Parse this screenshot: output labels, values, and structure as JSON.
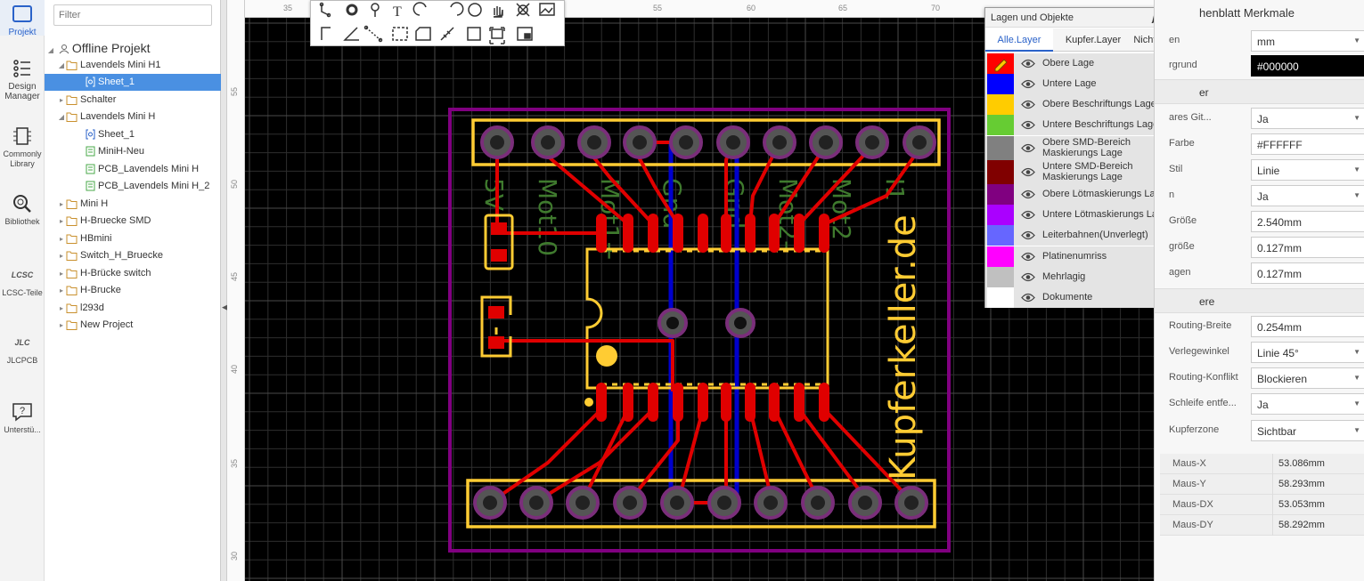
{
  "rail": {
    "projekt": "Projekt",
    "design_manager": "Design Manager",
    "commonly_library": "Commonly Library",
    "bibliothek": "Bibliothek",
    "lcsc": "LCSC-Teile",
    "lcsc_logo": "LCSC",
    "jlcpcb": "JLCPCB",
    "jlc_logo": "JLC",
    "unterstuetzung": "Unterstü..."
  },
  "tree": {
    "filter_placeholder": "Filter",
    "root": "Offline Projekt",
    "items": [
      {
        "label": "Lavendels Mini H1"
      },
      {
        "label": "Sheet_1"
      },
      {
        "label": "Schalter"
      },
      {
        "label": "Lavendels Mini H"
      },
      {
        "label": "Sheet_1"
      },
      {
        "label": "MiniH-Neu"
      },
      {
        "label": "PCB_Lavendels Mini H"
      },
      {
        "label": "PCB_Lavendels Mini H_2"
      },
      {
        "label": "Mini H"
      },
      {
        "label": "H-Bruecke SMD"
      },
      {
        "label": "HBmini"
      },
      {
        "label": "Switch_H_Bruecke"
      },
      {
        "label": "H-Brücke switch"
      },
      {
        "label": "H-Brucke"
      },
      {
        "label": "l293d"
      },
      {
        "label": "New Project"
      }
    ]
  },
  "ruler": {
    "top": [
      "35",
      "55",
      "60",
      "65",
      "70"
    ],
    "left": [
      "55",
      "50",
      "45",
      "40",
      "35",
      "30"
    ]
  },
  "board": {
    "brand_text": "Kupferkeller.de"
  },
  "layers": {
    "title": "Lagen und Objekte",
    "tabs": [
      "Alle.Layer",
      "Kupfer.Layer",
      "Nicht-Kupferen"
    ],
    "items": [
      {
        "name": "Obere Lage",
        "color": "#ff0000"
      },
      {
        "name": "Untere Lage",
        "color": "#0000ff"
      },
      {
        "name": "Obere Beschriftungs Lage",
        "color": "#ffcc00"
      },
      {
        "name": "Untere Beschriftungs Lage",
        "color": "#66cc33"
      },
      {
        "name": "Obere SMD-Bereich Maskierungs Lage",
        "color": "#808080"
      },
      {
        "name": "Untere SMD-Bereich Maskierungs Lage",
        "color": "#800000"
      },
      {
        "name": "Obere Lötmaskierungs Lage",
        "color": "#800080"
      },
      {
        "name": "Untere Lötmaskierungs Lage",
        "color": "#aa00ff"
      },
      {
        "name": "Leiterbahnen(Unverlegt)",
        "color": "#6666ff"
      },
      {
        "name": "Platinenumriss",
        "color": "#ff00ff"
      },
      {
        "name": "Mehrlagig",
        "color": "#c0c0c0"
      },
      {
        "name": "Dokumente",
        "color": "#ffffff"
      }
    ]
  },
  "props": {
    "title": "henblatt Merkmale",
    "rows": [
      {
        "label": "en",
        "value": "mm"
      },
      {
        "label": "rgrund",
        "value": "#000000"
      },
      {
        "label": "ares Git...",
        "value": "Ja"
      },
      {
        "label": "Farbe",
        "value": "#FFFFFF"
      },
      {
        "label": "Stil",
        "value": "Linie"
      },
      {
        "label": "n",
        "value": "Ja"
      },
      {
        "label": "Größe",
        "value": "2.540mm"
      },
      {
        "label": "größe",
        "value": "0.127mm"
      },
      {
        "label": "agen",
        "value": "0.127mm"
      },
      {
        "label": "Routing-Breite",
        "value": "0.254mm"
      },
      {
        "label": "Verlegewinkel",
        "value": "Linie 45°"
      },
      {
        "label": "Routing-Konflikt",
        "value": "Blockieren"
      },
      {
        "label": "Schleife entfe...",
        "value": "Ja"
      },
      {
        "label": "Kupferzone",
        "value": "Sichtbar"
      }
    ],
    "section_raster": "er",
    "section_andere": "ere",
    "mouse": [
      {
        "label": "Maus-X",
        "value": "53.086mm"
      },
      {
        "label": "Maus-Y",
        "value": "58.293mm"
      },
      {
        "label": "Maus-DX",
        "value": "53.053mm"
      },
      {
        "label": "Maus-DY",
        "value": "58.292mm"
      }
    ]
  }
}
